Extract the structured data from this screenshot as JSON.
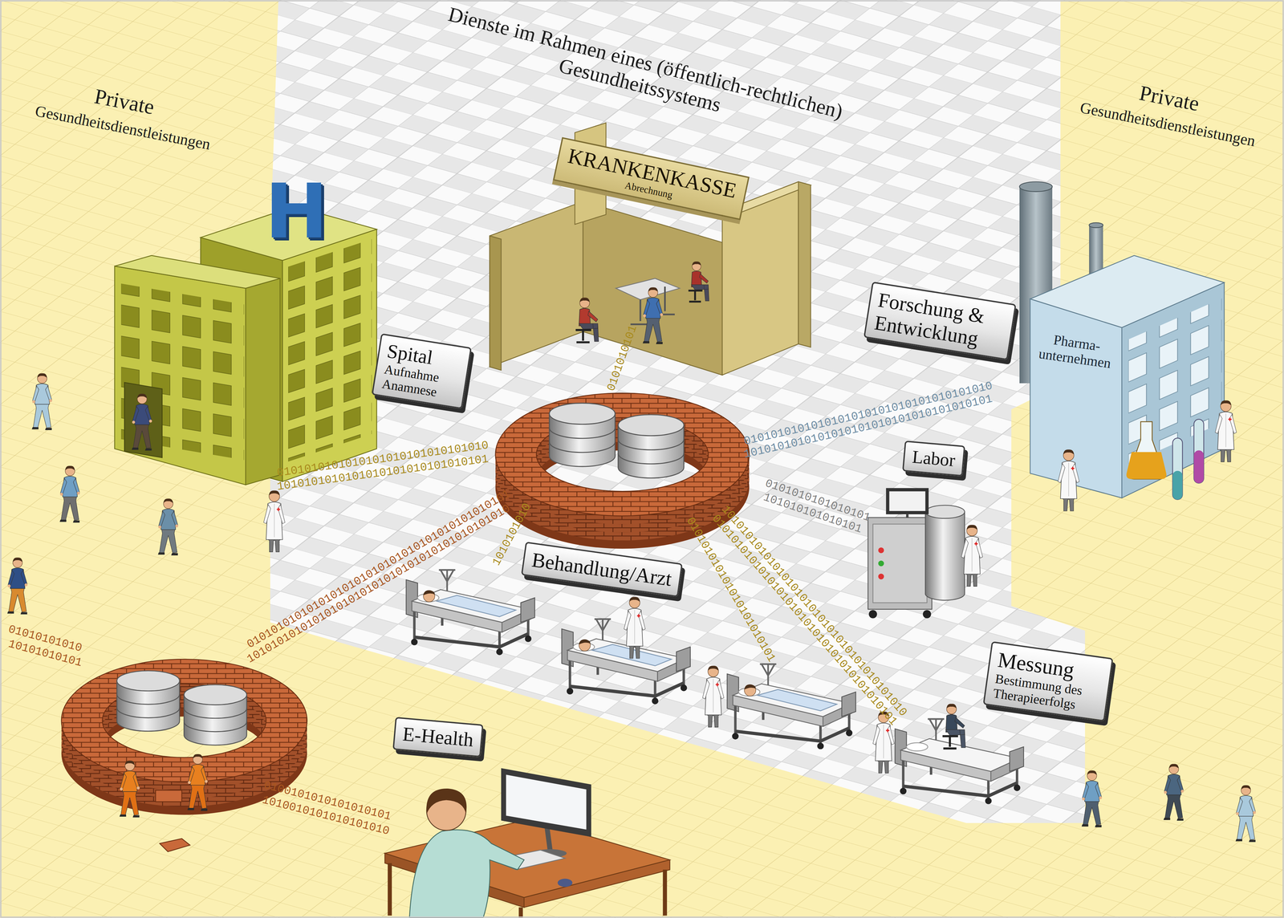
{
  "diagram": {
    "nodes": [
      {
        "text": [
          "Spital",
          "Aufnahme Anamnese"
        ]
      },
      {
        "text": [
          "KRANKENKASSE",
          "Abrechnung"
        ]
      },
      {
        "text": [
          "Forschung & Entwicklung"
        ]
      },
      {
        "text": [
          "Pharma- unternehmen"
        ]
      },
      {
        "text": [
          "Labor"
        ]
      },
      {
        "text": [
          "Behandlung/Arzt"
        ]
      },
      {
        "text": [
          "Messung",
          "Bestimmung des Therapieerfolgs"
        ]
      },
      {
        "text": [
          "E-Health"
        ]
      }
    ],
    "labels": [
      "Dienste im Rahmen eines (öffentlich-rechtlichen) Gesundheitssystems",
      "Private",
      "Gesundheitsdienstleistungen",
      "Private",
      "Gesundheitsdienstleistungen",
      "H",
      "0101010101010101010101010101010",
      "1010101010101010101010101010101",
      "0101010101",
      "0101010101010101010101010101010101010",
      "1010101010101010101010101010101010101",
      "0101010101010101",
      "101010101010101",
      "1010101010",
      "01010101010101010101010101010101010101010101",
      "10101010101010101010101010101010101010101010",
      "010101010101010101010101",
      "0101010101010101010101010101010101010101",
      "1010101010101010101010101010101010101010",
      "01010101010",
      "10101010101",
      "0100101010101010101",
      "1010010101010101010"
    ]
  }
}
